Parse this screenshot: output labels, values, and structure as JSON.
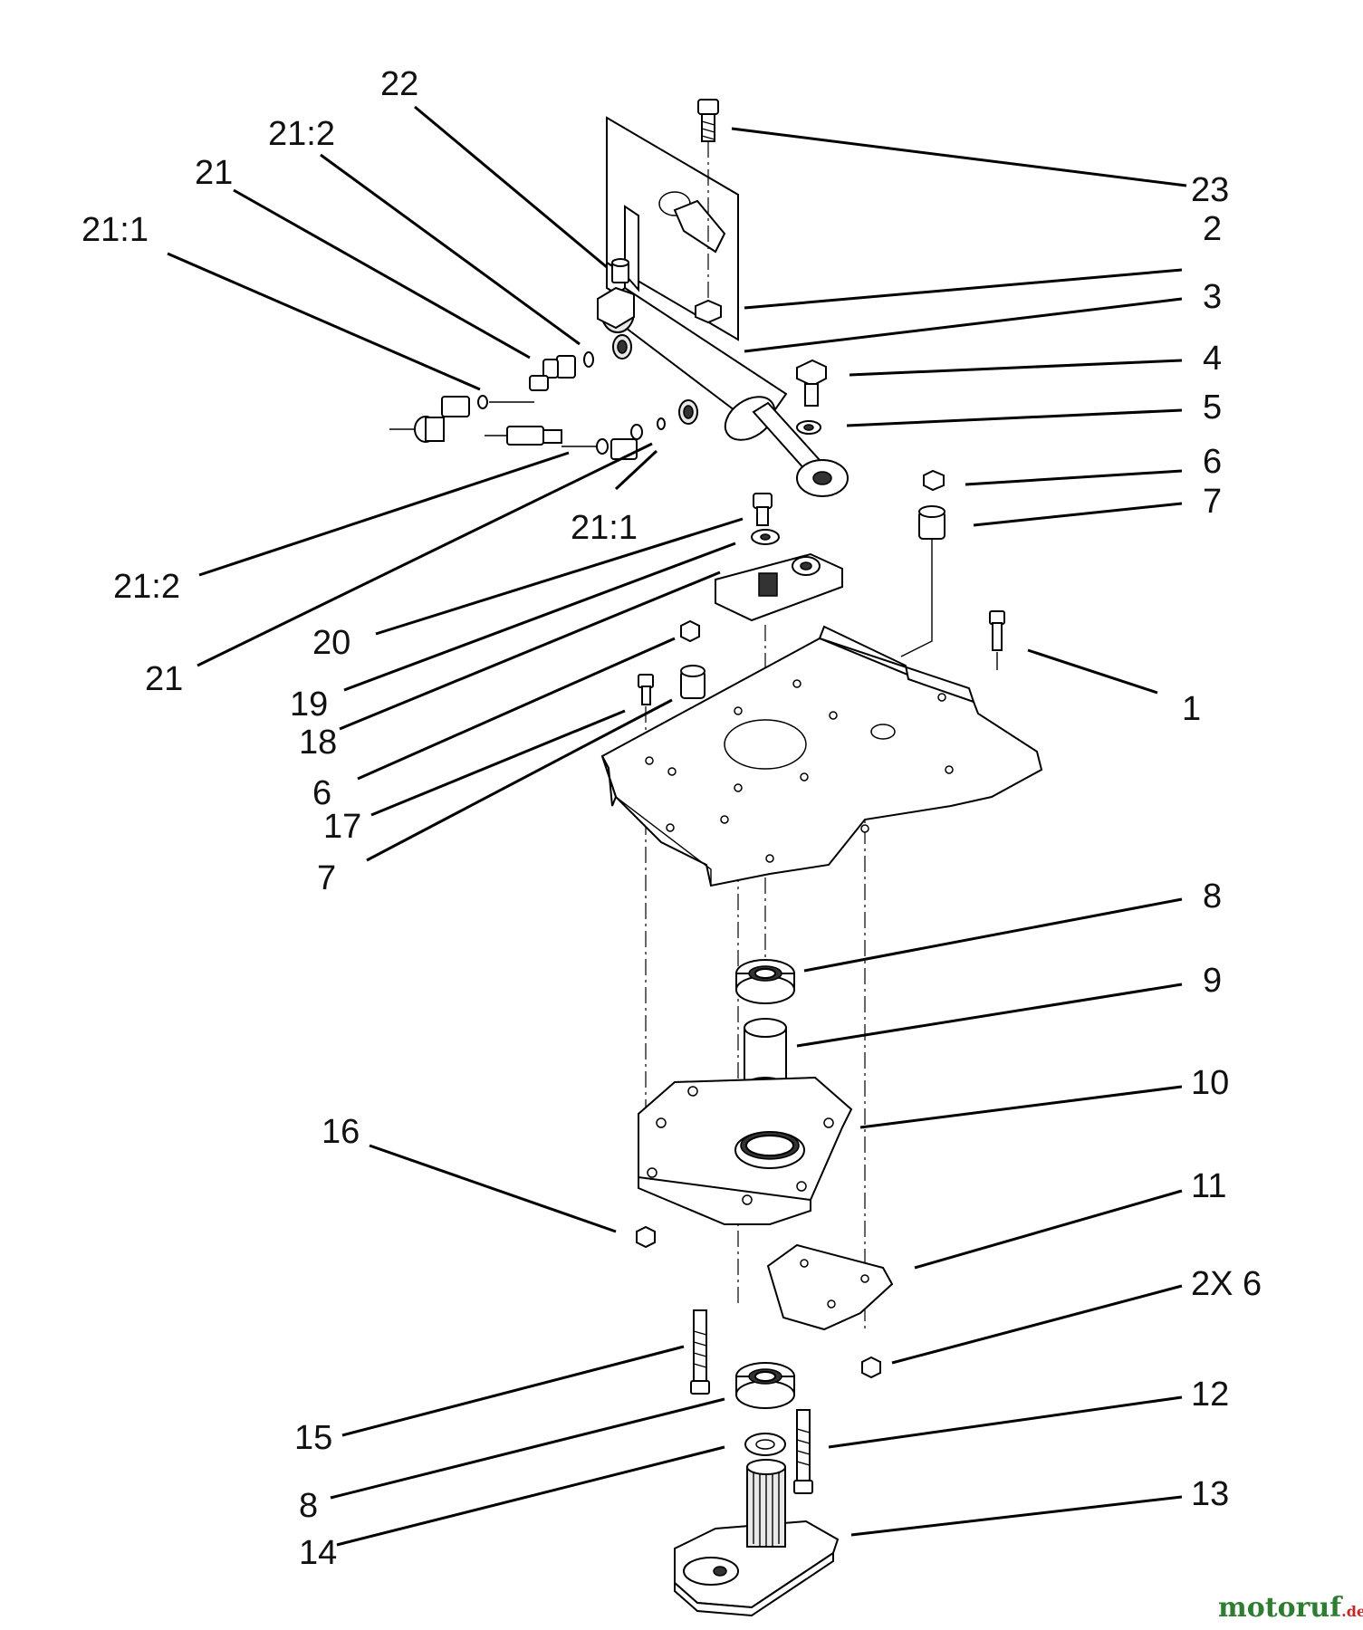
{
  "diagram": {
    "callouts": [
      {
        "id": "c22",
        "label": "22"
      },
      {
        "id": "c21-2a",
        "label": "21:2"
      },
      {
        "id": "c21a",
        "label": "21"
      },
      {
        "id": "c21-1a",
        "label": "21:1"
      },
      {
        "id": "c23",
        "label": "23"
      },
      {
        "id": "c2",
        "label": "2"
      },
      {
        "id": "c3",
        "label": "3"
      },
      {
        "id": "c4",
        "label": "4"
      },
      {
        "id": "c5",
        "label": "5"
      },
      {
        "id": "c6a",
        "label": "6"
      },
      {
        "id": "c7a",
        "label": "7"
      },
      {
        "id": "c21-1b",
        "label": "21:1"
      },
      {
        "id": "c21-2b",
        "label": "21:2"
      },
      {
        "id": "c20",
        "label": "20"
      },
      {
        "id": "c21b",
        "label": "21"
      },
      {
        "id": "c19",
        "label": "19"
      },
      {
        "id": "c18",
        "label": "18"
      },
      {
        "id": "c1",
        "label": "1"
      },
      {
        "id": "c6b",
        "label": "6"
      },
      {
        "id": "c17",
        "label": "17"
      },
      {
        "id": "c7b",
        "label": "7"
      },
      {
        "id": "c8a",
        "label": "8"
      },
      {
        "id": "c9",
        "label": "9"
      },
      {
        "id": "c10",
        "label": "10"
      },
      {
        "id": "c16",
        "label": "16"
      },
      {
        "id": "c11",
        "label": "11"
      },
      {
        "id": "c2x6",
        "label": "2X 6"
      },
      {
        "id": "c12",
        "label": "12"
      },
      {
        "id": "c15",
        "label": "15"
      },
      {
        "id": "c8b",
        "label": "8"
      },
      {
        "id": "c13",
        "label": "13"
      },
      {
        "id": "c14",
        "label": "14"
      }
    ],
    "watermark": {
      "main": "motoruf",
      "suffix": ".de",
      "color_main": "#2e7d32",
      "color_dot": "#c62828"
    }
  }
}
